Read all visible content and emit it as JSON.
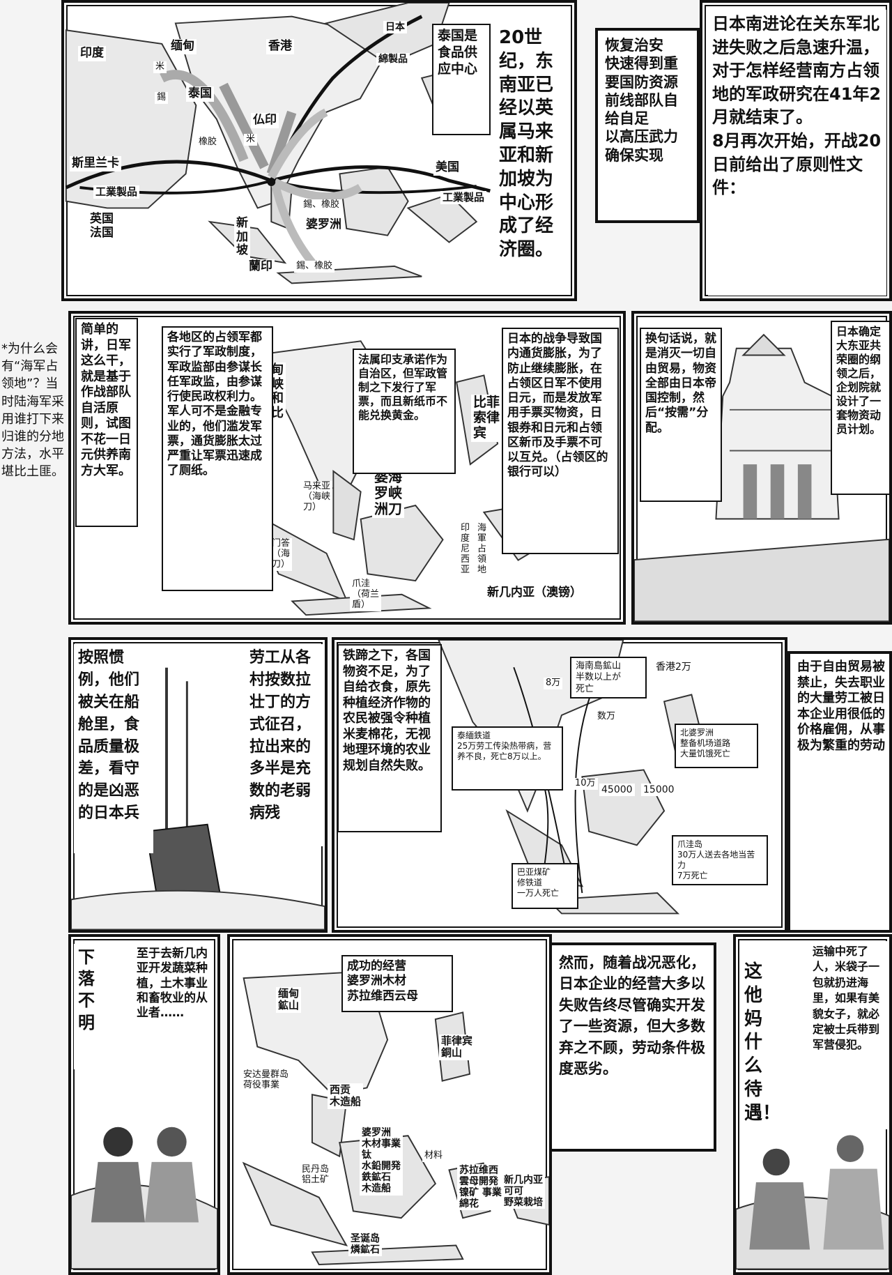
{
  "sidebar": {
    "note": "*为什么会有“海军占领地”？当时陆海军采用谁打下来归谁的分地方法，水平堪比土匪。"
  },
  "panel1": {
    "labels": {
      "india": "印度",
      "burma": "缅甸",
      "hongkong": "香港",
      "japan": "日本",
      "cotton": "綿製品",
      "thailand": "泰国",
      "indochina": "仏印",
      "srilanka": "斯里兰卡",
      "industrial_w": "工業製品",
      "usa": "美国",
      "industrial_e": "工業製品",
      "uk_fr": "英国\n法国",
      "singapore": "新\n加\n坡",
      "borneo": "婆罗洲",
      "dutch_indies": "蘭印",
      "tin_rubber_1": "錫、橡胶",
      "tin_rubber_2": "錫、橡胶",
      "tin": "錫",
      "rice1": "米",
      "rice2": "米",
      "rubber": "橡胶"
    },
    "thai_food": "泰国是食品供应中心",
    "summary": "20世纪，东南亚已经以英属马来亚和新加坡为中心形成了经济圈。"
  },
  "panel2": {
    "goals": "恢复治安\n快速得到重要国防资源\n前线部队自给自足\n以高压武力确保实现"
  },
  "panel3": {
    "narration": "日本南进论在关东军北进失败之后急速升温，对于怎样经营南方占领地的军政研究在41年2月就结束了。\n8月再次开始，开战20日前给出了原则性文件："
  },
  "panel4": {
    "box1": "简单的讲，日军这么干，就是基于作战部队自活原则，试图不花一日元供养南方大军。",
    "box2": "各地区的占领军都实行了军政制度，军政监部由参谋长任军政监，由参谋行使民政权利力。\n军人可不是金融专业的，他们滥发军票，通货膨胀太过严重让军票迅速成了厕纸。",
    "box3": "法属印支承诺作为自治区，但军政管制之下发行了军票，而且新纸币不能兑换黄金。",
    "box4": "日本的战争导致国内通货膨胀，为了防止继续膨胀，在占领区日军不使用日元，而是发放军用手票买物资，日银券和日元和占领区新币及手票不可以互兑。（占领区的银行可以）",
    "map_labels": {
      "burma": "缅甸\n海峡\n刀和\n卢比",
      "malaya": "马来亚\n（海峡\n刀）",
      "sumatra": "苏门答\n腊（海\n峡刀）",
      "java": "爪洼\n（荷兰\n盾）",
      "borneo": "婆海\n罗峡\n洲刀",
      "philippines": "比菲\n索律\n宾",
      "dutch_indies": "印\n度\n尼\n西\n亚",
      "navy_area": "海\n軍\n占\n領\n地",
      "new_guinea": "新几内亚（澳镑）"
    }
  },
  "panel5": {
    "box1": "换句话说，就是消灭一切自由贸易，物资全部由日本帝国控制，然后“按需”分配。",
    "box2": "日本确定大东亚共荣圈的纲领之后，企划院就设计了一套物资动员计划。"
  },
  "panel6": {
    "box1": "按照惯例，他们被关在船舱里，食品质量极差，看守的是凶恶的日本兵",
    "box2": "劳工从各村按数拉壮丁的方式征召，拉出来的多半是充数的老弱病残"
  },
  "panel7": {
    "box1": "铁蹄之下，各国物资不足，为了自给衣食，原先种植经济作物的农民被强令种植米麦棉花，无视地理环境的农业规划自然失败。",
    "hainan": "海南島鉱山\n半数以上が\n死亡",
    "hk": "香港2万",
    "n80k": "8万",
    "tens_k": "数万",
    "thai_rail": "泰緬鉄道\n25万劳工传染热带病，营养不良，死亡8万以上。",
    "n10k": "10万",
    "n45000": "45000",
    "n15000": "15000",
    "nborneo": "北婆罗洲\n整备机场道路\n大量饥饿死亡",
    "java": "爪洼岛\n30万人送去各地当苦力\n7万死亡",
    "coal": "巴亚煤矿\n修铁道\n一万人死亡"
  },
  "panel8": {
    "box1": "由于自由贸易被禁止，失去职业的大量劳工被日本企业用很低的价格雇佣，从事极为繁重的劳动"
  },
  "panel9": {
    "vertical": "下落不明",
    "box1": "至于去新几内亚开发蔬菜种植，土木事业和畜牧业的从业者……"
  },
  "panel10": {
    "success": "成功的经营\n婆罗洲木材\n苏拉维西云母",
    "labels": {
      "burma": "缅甸\n鉱山",
      "andaman": "安达曼群岛\n荷役事業",
      "saigon": "西贡\n木造船",
      "philippines": "菲律宾\n銅山",
      "borneo": "婆罗洲\n木材事業\n钛\n水鉛開発\n鉄鉱石\n木造船",
      "material": "材料",
      "bintan": "民丹岛\n铝土矿",
      "sulawesi": "苏拉维西\n雲母開発\n镍矿 事業\n綿花",
      "newguinea": "新几内亚\n可可\n野菜栽培",
      "christmas": "圣诞岛\n燐鉱石"
    }
  },
  "panel11": {
    "box1": "然而，随着战况恶化，日本企业的经营大多以失败告终尽管确实开发了一些资源，但大多数弃之不顾，劳动条件极度恶劣。"
  },
  "panel12": {
    "shout": "这他妈什么待遇！",
    "box1": "运输中死了人，米袋子一包就扔进海里，如果有美貌女子，就必定被士兵带到军营侵犯。"
  }
}
